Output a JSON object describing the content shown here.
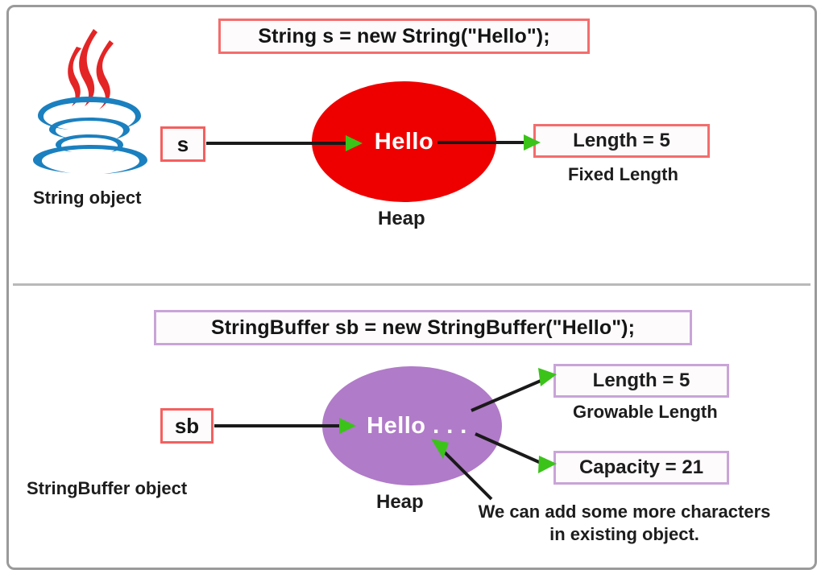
{
  "diagram": {
    "title": "String vs StringBuffer memory diagram",
    "colors": {
      "heap_string": "#ee0000",
      "heap_stringbuffer": "#b07bc8",
      "string_border": "#f46d6d",
      "stringbuffer_border": "#c9a4d8",
      "arrowhead": "#3bc31a",
      "arrow_line": "#1a1a1a",
      "frame": "#9a9a9a",
      "java_logo_steam": "#e32526",
      "java_logo_cup": "#1b80bf"
    }
  },
  "sections": {
    "string": {
      "code": "String s = new String(\"Hello\");",
      "object_label": "String object",
      "variable": "s",
      "heap_value": "Hello",
      "heap_label": "Heap",
      "length_box": "Length = 5",
      "length_caption": "Fixed Length"
    },
    "stringbuffer": {
      "code": "StringBuffer sb = new StringBuffer(\"Hello\");",
      "object_label": "StringBuffer object",
      "variable": "sb",
      "heap_value": "Hello . . .",
      "heap_label": "Heap",
      "length_box": "Length = 5",
      "length_caption": "Growable Length",
      "capacity_box": "Capacity = 21",
      "annotation_line1": "We can add some more characters",
      "annotation_line2": "in existing object."
    }
  },
  "icons": {
    "java_logo": "java-coffee-cup-logo"
  }
}
